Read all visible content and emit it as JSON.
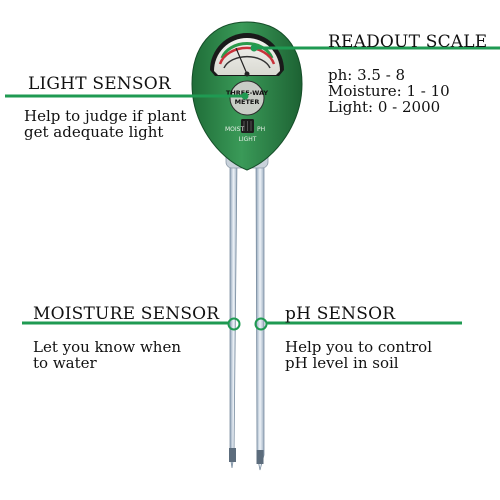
{
  "device": {
    "brand_line1": "THREE-WAY",
    "brand_line2": "METER",
    "switch_left": "MOIST",
    "switch_right": "PH",
    "switch_bottom": "LIGHT"
  },
  "colors": {
    "body_green": "#2f8a4a",
    "leader_green": "#1f9a52",
    "text": "#111111"
  },
  "callouts": {
    "readout": {
      "title": "READOUT SCALE",
      "lines": [
        "ph: 3.5 - 8",
        "Moisture: 1 - 10",
        "Light: 0 - 2000"
      ]
    },
    "light": {
      "title": "LIGHT SENSOR",
      "lines": [
        "Help to judge if plant",
        "get adequate light"
      ]
    },
    "moisture": {
      "title": "MOISTURE SENSOR",
      "lines": [
        "Let you know when",
        "to water"
      ]
    },
    "ph": {
      "title": "pH SENSOR",
      "lines": [
        "Help you to control",
        "pH level in soil"
      ]
    }
  }
}
